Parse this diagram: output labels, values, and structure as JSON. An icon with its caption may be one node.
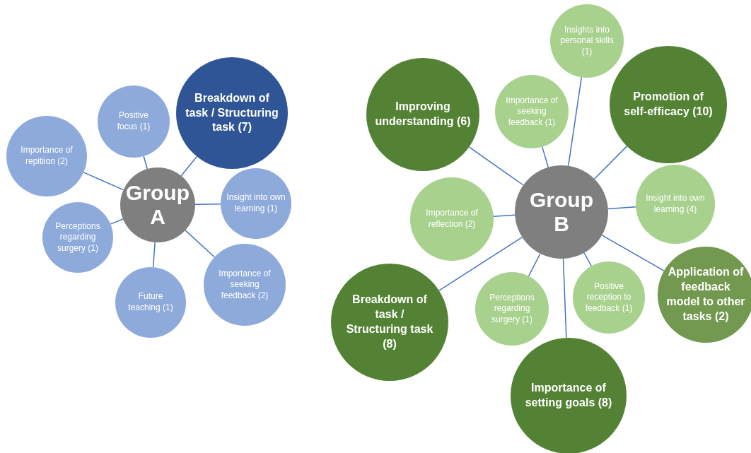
{
  "diagram": {
    "nodes": [
      {
        "text": [
          "Group A"
        ]
      },
      {
        "text": [
          "Importance of repitiion (2)"
        ]
      },
      {
        "text": [
          "Positive focus (1)"
        ]
      },
      {
        "text": [
          "Breakdown of task / Structuring task (7)"
        ]
      },
      {
        "text": [
          "Insight into own learning (1)"
        ]
      },
      {
        "text": [
          "Perceptions regarding surgery (1)"
        ]
      },
      {
        "text": [
          "Importance of seeking feedback (2)"
        ]
      },
      {
        "text": [
          "Future teaching (1)"
        ]
      },
      {
        "text": [
          "Group B"
        ]
      },
      {
        "text": [
          "Insights into personal skills (1)"
        ]
      },
      {
        "text": [
          "Improving understanding (6)"
        ]
      },
      {
        "text": [
          "Importance of seeking feedback (1)"
        ]
      },
      {
        "text": [
          "Promotion of self-efficacy (10)"
        ]
      },
      {
        "text": [
          "Importance of reflection (2)"
        ]
      },
      {
        "text": [
          "Insight into own learning (4)"
        ]
      },
      {
        "text": [
          "Breakdown of task / Structuring task (8)"
        ]
      },
      {
        "text": [
          "Perceptions regarding surgery (1)"
        ]
      },
      {
        "text": [
          "Positive reception to feedback (1)"
        ]
      },
      {
        "text": [
          "Application of feedback model to other tasks (2)"
        ]
      },
      {
        "text": [
          "Importance of setting goals (8)"
        ]
      }
    ],
    "edges": [
      {
        "from": 0,
        "to": 1,
        "arrow": "none"
      },
      {
        "from": 0,
        "to": 2,
        "arrow": "none"
      },
      {
        "from": 0,
        "to": 3,
        "arrow": "none"
      },
      {
        "from": 0,
        "to": 4,
        "arrow": "none"
      },
      {
        "from": 0,
        "to": 5,
        "arrow": "none"
      },
      {
        "from": 0,
        "to": 6,
        "arrow": "none"
      },
      {
        "from": 0,
        "to": 7,
        "arrow": "none"
      },
      {
        "from": 8,
        "to": 9,
        "arrow": "none"
      },
      {
        "from": 8,
        "to": 10,
        "arrow": "none"
      },
      {
        "from": 8,
        "to": 11,
        "arrow": "none"
      },
      {
        "from": 8,
        "to": 12,
        "arrow": "none"
      },
      {
        "from": 8,
        "to": 13,
        "arrow": "none"
      },
      {
        "from": 8,
        "to": 14,
        "arrow": "none"
      },
      {
        "from": 8,
        "to": 15,
        "arrow": "none"
      },
      {
        "from": 8,
        "to": 16,
        "arrow": "none"
      },
      {
        "from": 8,
        "to": 17,
        "arrow": "none"
      },
      {
        "from": 8,
        "to": 18,
        "arrow": "none"
      },
      {
        "from": 8,
        "to": 19,
        "arrow": "none"
      }
    ]
  }
}
